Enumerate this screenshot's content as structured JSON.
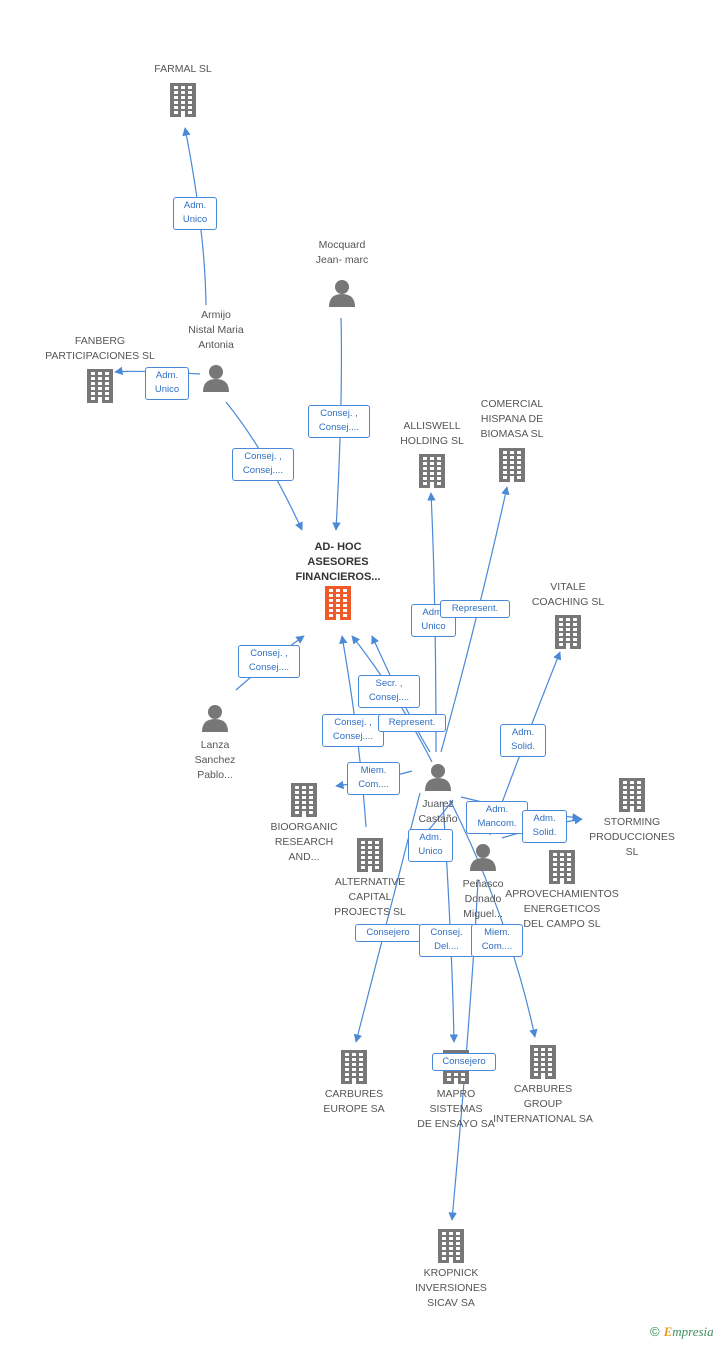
{
  "colors": {
    "edge": "#4a88d8",
    "node": "#777777",
    "main_node": "#f05a28",
    "label_text": "#555555"
  },
  "nodes": [
    {
      "id": "farmal",
      "type": "company",
      "label": "FARMAL SL"
    },
    {
      "id": "fanberg",
      "type": "company",
      "label": "FANBERG\nPARTICIPACIONES SL"
    },
    {
      "id": "armijo",
      "type": "person",
      "label": "Armijo\nNistal Maria\nAntonia"
    },
    {
      "id": "mocquard",
      "type": "person",
      "label": "Mocquard\nJean- marc"
    },
    {
      "id": "adhoc",
      "type": "company",
      "main": true,
      "label": "AD- HOC\nASESORES\nFINANCIEROS..."
    },
    {
      "id": "alliswell",
      "type": "company",
      "label": "ALLISWELL\nHOLDING SL"
    },
    {
      "id": "comercial",
      "type": "company",
      "label": "COMERCIAL\nHISPANA DE\nBIOMASA  SL"
    },
    {
      "id": "vitale",
      "type": "company",
      "label": "VITALE\nCOACHING  SL"
    },
    {
      "id": "lanza",
      "type": "person",
      "label": "Lanza\nSanchez\nPablo..."
    },
    {
      "id": "bioorganic",
      "type": "company",
      "label": "BIOORGANIC\nRESEARCH\nAND..."
    },
    {
      "id": "juarez",
      "type": "person",
      "label": "Juarez\nCastaño"
    },
    {
      "id": "storming",
      "type": "company",
      "label": "STORMING\nPRODUCCIONES SL"
    },
    {
      "id": "alternative",
      "type": "company",
      "label": "ALTERNATIVE\nCAPITAL\nPROJECTS SL"
    },
    {
      "id": "penasco",
      "type": "person",
      "label": "Peñasco\nDonado\nMiguel..."
    },
    {
      "id": "aprovechamientos",
      "type": "company",
      "label": "APROVECHAMIENTOS\nENERGETICOS\nDEL CAMPO SL"
    },
    {
      "id": "carbures_europe",
      "type": "company",
      "label": "CARBURES\nEUROPE SA"
    },
    {
      "id": "mapro",
      "type": "company",
      "label": "MAPRO\nSISTEMAS\nDE ENSAYO SA"
    },
    {
      "id": "carbures_group",
      "type": "company",
      "label": "CARBURES\nGROUP\nINTERNATIONAL SA"
    },
    {
      "id": "kropnick",
      "type": "company",
      "label": "KROPNICK\nINVERSIONES\nSICAV SA"
    }
  ],
  "edges": [
    {
      "from": "armijo",
      "to": "farmal",
      "label": "Adm.\nUnico"
    },
    {
      "from": "armijo",
      "to": "fanberg",
      "label": "Adm.\nUnico"
    },
    {
      "from": "armijo",
      "to": "adhoc",
      "label": "Consej. ,\nConsej...."
    },
    {
      "from": "mocquard",
      "to": "adhoc",
      "label": "Consej. ,\nConsej...."
    },
    {
      "from": "lanza",
      "to": "adhoc",
      "label": "Consej. ,\nConsej...."
    },
    {
      "from": "juarez",
      "to": "adhoc",
      "label": "Secr. ,\nConsej...."
    },
    {
      "from": "alternative",
      "to": "adhoc",
      "label": "Consej. ,\nConsej...."
    },
    {
      "from": "juarez",
      "to": "alliswell",
      "label": "Adm.\nUnico"
    },
    {
      "from": "juarez",
      "to": "comercial",
      "label": "Represent."
    },
    {
      "from": "juarez",
      "to": "adhoc",
      "label": "Represent."
    },
    {
      "from": "juarez",
      "to": "bioorganic",
      "label": "Miem.\nCom...."
    },
    {
      "from": "penasco",
      "to": "vitale",
      "label": "Adm.\nSolid."
    },
    {
      "from": "juarez",
      "to": "storming",
      "label": "Adm.\nMancom."
    },
    {
      "from": "penasco",
      "to": "storming",
      "label": "Adm.\nSolid."
    },
    {
      "from": "juarez",
      "to": "alternative",
      "label": "Adm.\nUnico"
    },
    {
      "from": "juarez",
      "to": "carbures_europe",
      "label": "Consejero"
    },
    {
      "from": "juarez",
      "to": "mapro",
      "label": "Consej.\nDel...."
    },
    {
      "from": "juarez",
      "to": "carbures_group",
      "label": "Miem.\nCom...."
    },
    {
      "from": "penasco",
      "to": "kropnick",
      "label": "Consejero"
    }
  ],
  "brand": {
    "copyright": "©",
    "name": "mpresia",
    "initial": "E"
  }
}
